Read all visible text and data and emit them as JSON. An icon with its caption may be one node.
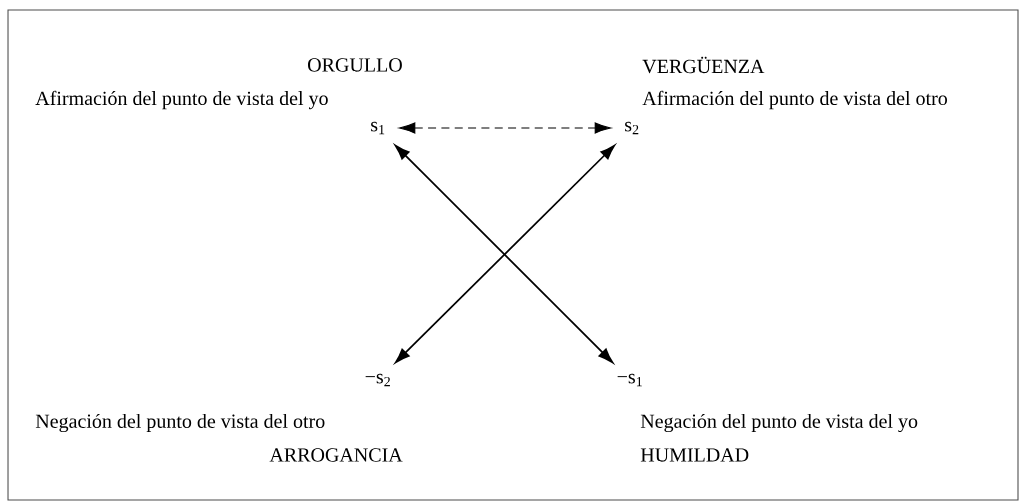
{
  "diagram": {
    "nodes": [
      {
        "text": [
          "s$_{1}$"
        ]
      },
      {
        "text": [
          "s$_{2}$"
        ]
      },
      {
        "text": [
          "−s$_{2}$"
        ]
      },
      {
        "text": [
          "−s$_{1}$"
        ]
      }
    ],
    "edges": [
      {
        "from": 0,
        "to": 1,
        "arrow": "both",
        "style": "dashed"
      },
      {
        "from": 2,
        "to": 1,
        "arrow": "both"
      },
      {
        "from": 0,
        "to": 3,
        "arrow": "both"
      }
    ],
    "labels": [
      "ORGULLO",
      "VERGÜENZA",
      "Afirmación del punto de vista del yo",
      "Afirmación del punto de vista del otro",
      "Negación del punto de vista del otro",
      "Negación del punto de vista del yo",
      "ARROGANCIA",
      "HUMILDAD"
    ]
  }
}
